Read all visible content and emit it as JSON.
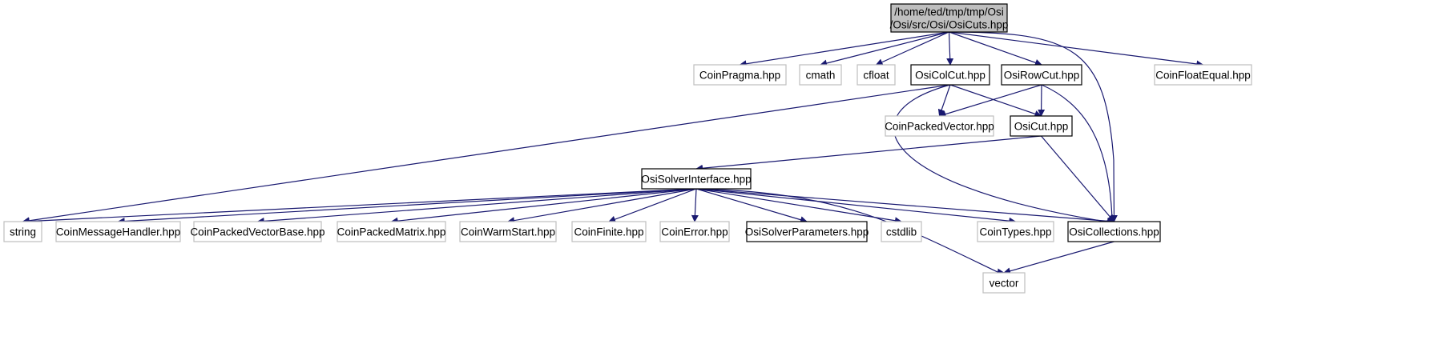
{
  "colors": {
    "edge": "#191970",
    "root_fill": "#bfbfbf",
    "documented_border": "#000000",
    "external_border": "#bfbfbf",
    "text": "#000000"
  },
  "nodes": [
    {
      "id": "root",
      "lines": [
        "/home/ted/tmp/tmp/Osi",
        "/Osi/src/Osi/OsiCuts.hpp"
      ],
      "kind": "root"
    },
    {
      "id": "coinpragma",
      "lines": [
        "CoinPragma.hpp"
      ],
      "kind": "external"
    },
    {
      "id": "cmath",
      "lines": [
        "cmath"
      ],
      "kind": "external"
    },
    {
      "id": "cfloat",
      "lines": [
        "cfloat"
      ],
      "kind": "external"
    },
    {
      "id": "osicolcut",
      "lines": [
        "OsiColCut.hpp"
      ],
      "kind": "documented"
    },
    {
      "id": "osirowcut",
      "lines": [
        "OsiRowCut.hpp"
      ],
      "kind": "documented"
    },
    {
      "id": "coinfloatequal",
      "lines": [
        "CoinFloatEqual.hpp"
      ],
      "kind": "external"
    },
    {
      "id": "coinpackedvector",
      "lines": [
        "CoinPackedVector.hpp"
      ],
      "kind": "external"
    },
    {
      "id": "osicut",
      "lines": [
        "OsiCut.hpp"
      ],
      "kind": "documented"
    },
    {
      "id": "osisolverinterface",
      "lines": [
        "OsiSolverInterface.hpp"
      ],
      "kind": "documented"
    },
    {
      "id": "string",
      "lines": [
        "string"
      ],
      "kind": "external"
    },
    {
      "id": "coinmessagehandler",
      "lines": [
        "CoinMessageHandler.hpp"
      ],
      "kind": "external"
    },
    {
      "id": "coinpackedvectorbase",
      "lines": [
        "CoinPackedVectorBase.hpp"
      ],
      "kind": "external"
    },
    {
      "id": "coinpackedmatrix",
      "lines": [
        "CoinPackedMatrix.hpp"
      ],
      "kind": "external"
    },
    {
      "id": "coinwarmstart",
      "lines": [
        "CoinWarmStart.hpp"
      ],
      "kind": "external"
    },
    {
      "id": "coinfinite",
      "lines": [
        "CoinFinite.hpp"
      ],
      "kind": "external"
    },
    {
      "id": "coinerror",
      "lines": [
        "CoinError.hpp"
      ],
      "kind": "external"
    },
    {
      "id": "osisolverparameters",
      "lines": [
        "OsiSolverParameters.hpp"
      ],
      "kind": "documented"
    },
    {
      "id": "cstdlib",
      "lines": [
        "cstdlib"
      ],
      "kind": "external"
    },
    {
      "id": "cointypes",
      "lines": [
        "CoinTypes.hpp"
      ],
      "kind": "external"
    },
    {
      "id": "osicollections",
      "lines": [
        "OsiCollections.hpp"
      ],
      "kind": "documented"
    },
    {
      "id": "vector",
      "lines": [
        "vector"
      ],
      "kind": "external"
    }
  ],
  "edges": [
    {
      "from": "root",
      "to": "coinpragma"
    },
    {
      "from": "root",
      "to": "cmath"
    },
    {
      "from": "root",
      "to": "cfloat"
    },
    {
      "from": "root",
      "to": "osicolcut"
    },
    {
      "from": "root",
      "to": "osirowcut"
    },
    {
      "from": "root",
      "to": "coinfloatequal"
    },
    {
      "from": "root",
      "to": "osicollections"
    },
    {
      "from": "osicolcut",
      "to": "string"
    },
    {
      "from": "osicolcut",
      "to": "coinpackedvector"
    },
    {
      "from": "osicolcut",
      "to": "osicut"
    },
    {
      "from": "osicolcut",
      "to": "osicollections"
    },
    {
      "from": "osirowcut",
      "to": "coinpackedvector"
    },
    {
      "from": "osirowcut",
      "to": "osicut"
    },
    {
      "from": "osirowcut",
      "to": "osicollections"
    },
    {
      "from": "osicut",
      "to": "osisolverinterface"
    },
    {
      "from": "osicut",
      "to": "osicollections"
    },
    {
      "from": "osisolverinterface",
      "to": "string"
    },
    {
      "from": "osisolverinterface",
      "to": "coinmessagehandler"
    },
    {
      "from": "osisolverinterface",
      "to": "coinpackedvectorbase"
    },
    {
      "from": "osisolverinterface",
      "to": "coinpackedmatrix"
    },
    {
      "from": "osisolverinterface",
      "to": "coinwarmstart"
    },
    {
      "from": "osisolverinterface",
      "to": "coinfinite"
    },
    {
      "from": "osisolverinterface",
      "to": "coinerror"
    },
    {
      "from": "osisolverinterface",
      "to": "osisolverparameters"
    },
    {
      "from": "osisolverinterface",
      "to": "cstdlib"
    },
    {
      "from": "osisolverinterface",
      "to": "cointypes"
    },
    {
      "from": "osisolverinterface",
      "to": "osicollections"
    },
    {
      "from": "osisolverinterface",
      "to": "vector"
    },
    {
      "from": "osicollections",
      "to": "vector"
    }
  ]
}
